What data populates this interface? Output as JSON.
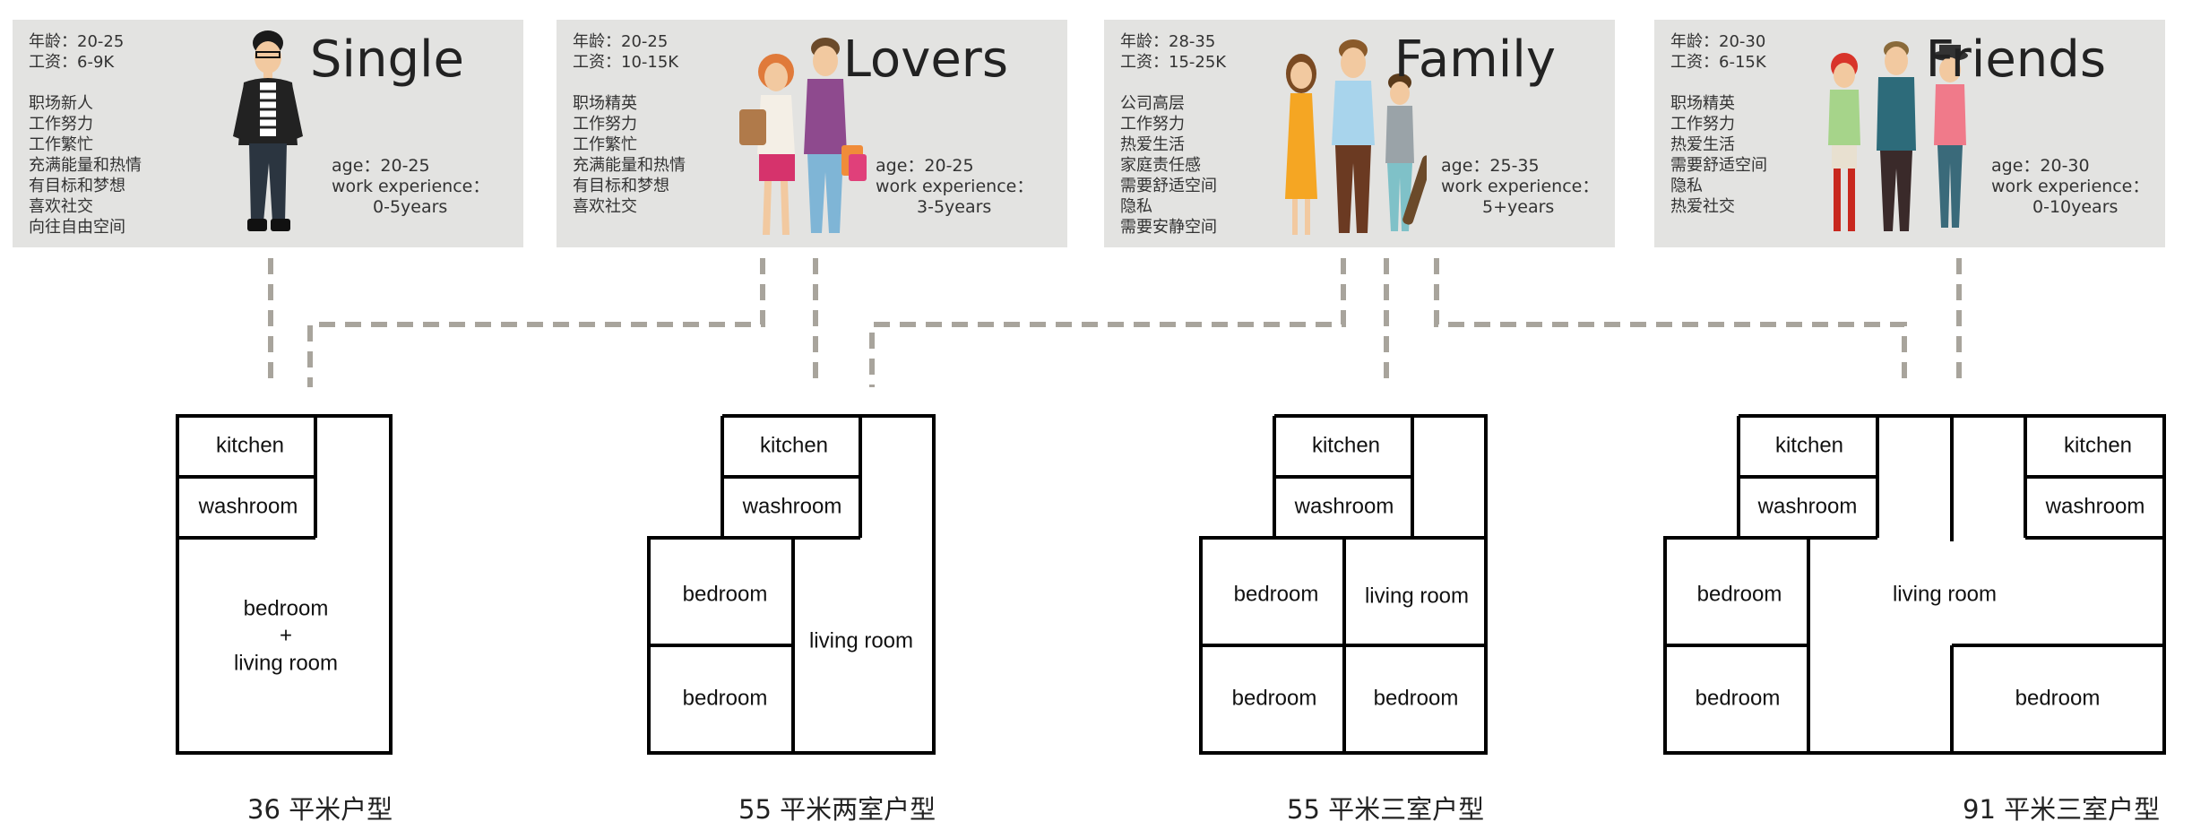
{
  "personas": [
    {
      "title": "Single",
      "info": [
        "年龄：20-25",
        "工资：6-9K",
        "",
        "职场新人",
        "工作努力",
        "工作繁忙",
        "充满能量和热情",
        "有目标和梦想",
        "喜欢社交",
        "向往自由空间"
      ],
      "age": "age：20-25",
      "work_label": "work experience：",
      "work_value": "0-5years"
    },
    {
      "title": "Lovers",
      "info": [
        "年龄：20-25",
        "工资：10-15K",
        "",
        "职场精英",
        "工作努力",
        "工作繁忙",
        "充满能量和热情",
        "有目标和梦想",
        "喜欢社交"
      ],
      "age": "age：20-25",
      "work_label": "work experience：",
      "work_value": "3-5years"
    },
    {
      "title": "Family",
      "info": [
        "年龄：28-35",
        "工资：15-25K",
        "",
        "公司高层",
        "工作努力",
        "热爱生活",
        "家庭责任感",
        "需要舒适空间",
        "隐私",
        "需要安静空间"
      ],
      "age": "age：25-35",
      "work_label": "work experience：",
      "work_value": "5+years"
    },
    {
      "title": "Friends",
      "info": [
        "年龄：20-30",
        "工资：6-15K",
        "",
        "职场精英",
        "工作努力",
        "热爱生活",
        "需要舒适空间",
        "隐私",
        "热爱社交"
      ],
      "age": "age：20-30",
      "work_label": "work experience：",
      "work_value": "0-10years"
    }
  ],
  "plans": [
    {
      "caption": "36 平米户型",
      "rooms": {
        "kitchen": "kitchen",
        "washroom": "washroom",
        "bedroom": "bedroom",
        "plus": "+",
        "living": "living room"
      }
    },
    {
      "caption": "55 平米两室户型",
      "rooms": {
        "kitchen": "kitchen",
        "washroom": "washroom",
        "bedroom1": "bedroom",
        "bedroom2": "bedroom",
        "living": "living room"
      }
    },
    {
      "caption": "55 平米三室户型",
      "rooms": {
        "kitchen": "kitchen",
        "washroom": "washroom",
        "bedroom1": "bedroom",
        "living": "living room",
        "bedroom2": "bedroom",
        "bedroom3": "bedroom"
      }
    },
    {
      "caption": "91 平米三室户型",
      "rooms": {
        "kitchen1": "kitchen",
        "washroom1": "washroom",
        "kitchen2": "kitchen",
        "washroom2": "washroom",
        "bedroom1": "bedroom",
        "living": "living room",
        "bedroom2": "bedroom",
        "bedroom3": "bedroom"
      }
    }
  ],
  "colors": {
    "card": "#e3e3e1",
    "link": "#a8a49c",
    "wall": "#000000"
  }
}
